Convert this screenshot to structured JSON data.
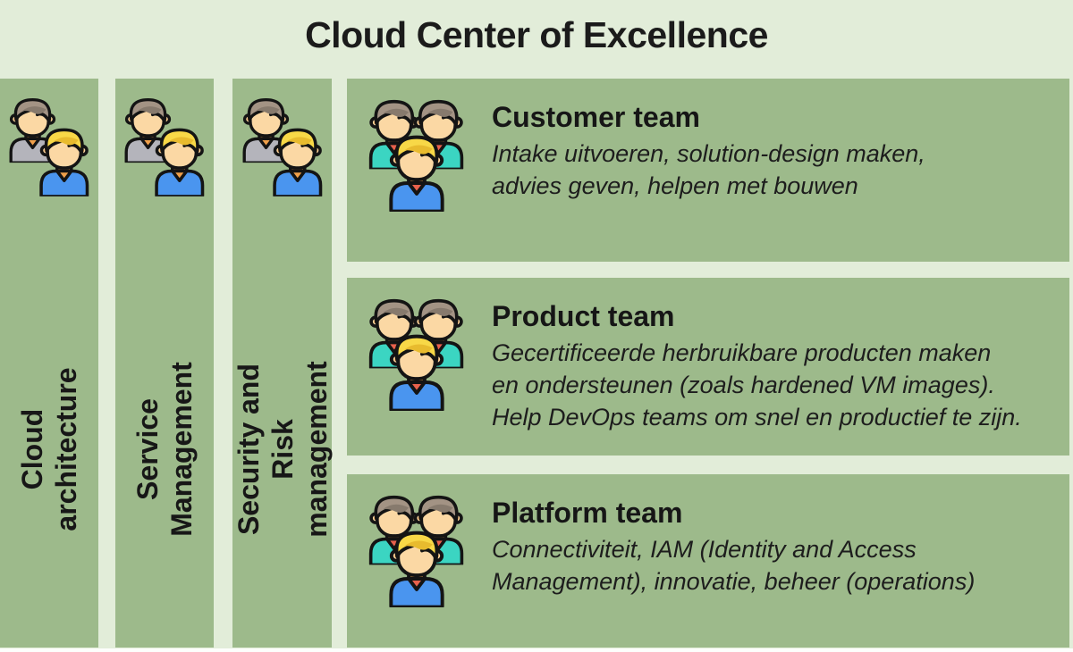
{
  "title": "Cloud Center of Excellence",
  "columns": [
    {
      "id": "cloud-architecture",
      "label": "Cloud architecture",
      "icon": "two-people-icon"
    },
    {
      "id": "service-management",
      "label": "Service Management",
      "icon": "two-people-icon"
    },
    {
      "id": "security-risk-management",
      "label": "Security and Risk\nmanagement",
      "icon": "two-people-icon"
    }
  ],
  "rows": [
    {
      "id": "customer-team",
      "heading": "Customer team",
      "description": "Intake uitvoeren, solution-design maken,\nadvies geven, helpen met bouwen",
      "icon": "three-people-icon"
    },
    {
      "id": "product-team",
      "heading": "Product team",
      "description": "Gecertificeerde herbruikbare producten maken\nen ondersteunen (zoals hardened VM images).\nHelp DevOps teams om snel en productief te zijn.",
      "icon": "three-people-icon"
    },
    {
      "id": "platform-team",
      "heading": "Platform team",
      "description": "Connectiviteit, IAM (Identity and Access\nManagement), innovatie, beheer (operations)",
      "icon": "three-people-icon"
    }
  ],
  "colors": {
    "background": "#e2edd9",
    "panel": "#9dba8b",
    "text": "#1b1b1b",
    "icon_skin": "#fbd8a4",
    "icon_skin_shade": "#f0a04a",
    "icon_hair_taupe": "#a39384",
    "icon_hair_blond": "#f8d847",
    "icon_shirt_gray": "#b4b4bb",
    "icon_shirt_blue": "#4a95ef",
    "icon_shirt_teal": "#3bd5c2",
    "icon_collar_red": "#e9614c"
  }
}
